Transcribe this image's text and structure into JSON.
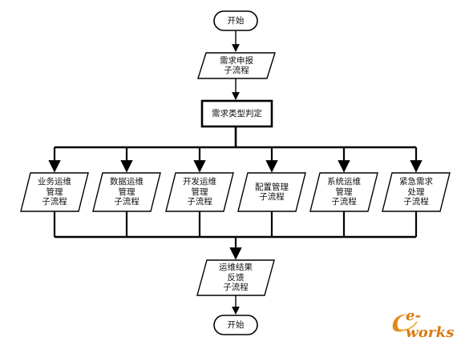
{
  "flowchart": {
    "start": "开始",
    "report": "需求申报\n子流程",
    "classify": "需求类型判定",
    "branches": [
      "业务运维\n管理\n子流程",
      "数据运维\n管理\n子流程",
      "开发运维\n管理\n子流程",
      "配置管理\n子流程",
      "系统运维\n管理\n子流程",
      "紧急需求\n处理\n子流程"
    ],
    "feedback": "运维结果\n反馈\n子流程",
    "end": "开始"
  },
  "watermark": {
    "text": "e-works",
    "color": "#d97a10"
  }
}
